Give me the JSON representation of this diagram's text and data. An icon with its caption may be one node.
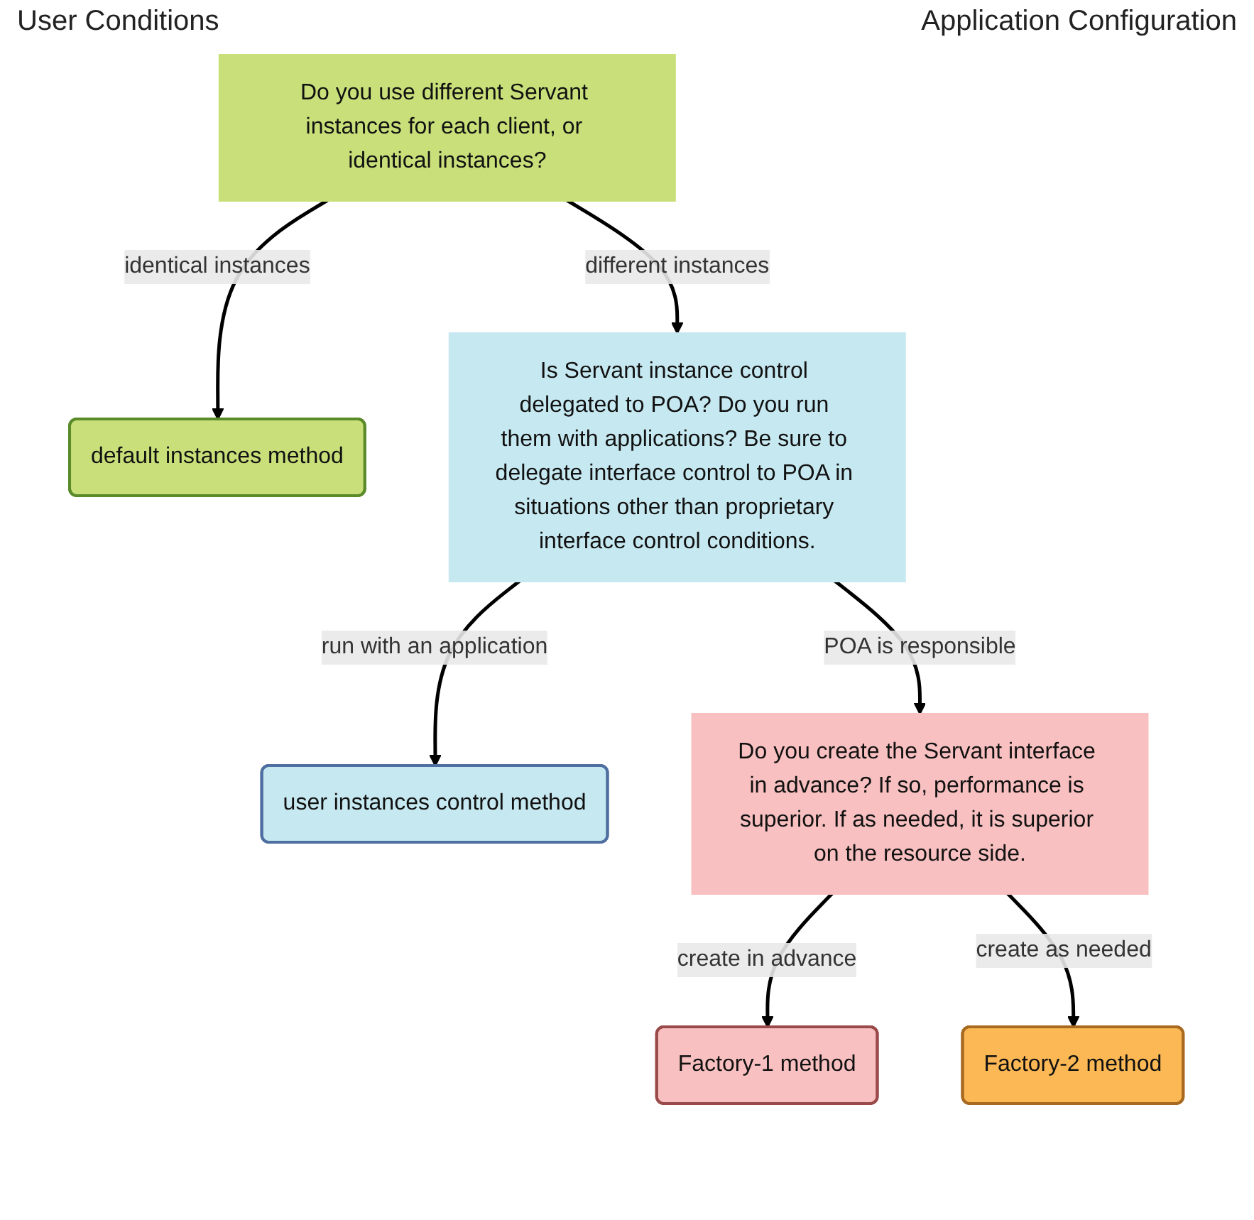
{
  "diagram": {
    "nodes": [
      {
        "text": [
          "Do you use different Servant instances for each client, or identical instances?"
        ]
      },
      {
        "text": [
          "default instances method"
        ]
      },
      {
        "text": [
          "Is Servant instance control delegated to POA? Do you run them with applications? Be sure to delegate interface control to POA in situations other than proprietary interface control conditions."
        ]
      },
      {
        "text": [
          "user instances control method"
        ]
      },
      {
        "text": [
          "Do you create the Servant interface in advance? If so, performance is superior. If as needed, it is superior on the resource side."
        ]
      },
      {
        "text": [
          "Factory-1 method"
        ]
      },
      {
        "text": [
          "Factory-2 method"
        ]
      }
    ],
    "edges": [
      {
        "from": 0,
        "to": 1,
        "arrow": "to",
        "label": "identical instances"
      },
      {
        "from": 0,
        "to": 2,
        "arrow": "to",
        "label": "different instances"
      },
      {
        "from": 2,
        "to": 3,
        "arrow": "to",
        "label": "run with an application"
      },
      {
        "from": 2,
        "to": 4,
        "arrow": "to",
        "label": "POA is responsible"
      },
      {
        "from": 4,
        "to": 5,
        "arrow": "to",
        "label": "create in advance"
      },
      {
        "from": 4,
        "to": 6,
        "arrow": "to",
        "label": "create as needed"
      }
    ],
    "labels": [
      "User Conditions",
      "Application Configuration"
    ]
  }
}
